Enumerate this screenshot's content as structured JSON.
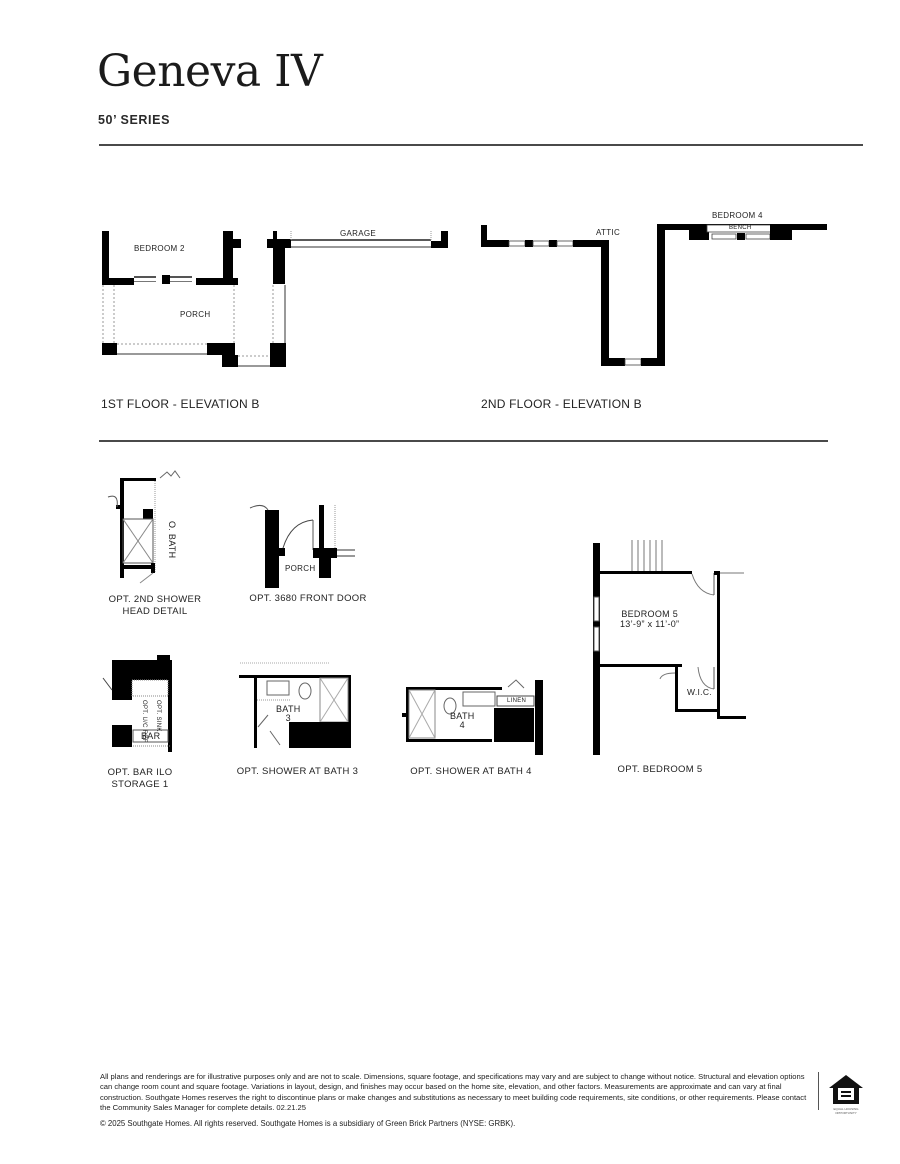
{
  "header": {
    "title": "Geneva IV",
    "series": "50’ SERIES"
  },
  "elevation_plans": {
    "first_floor": {
      "label": "1ST FLOOR - ELEVATION B",
      "rooms": [
        "BEDROOM 2",
        "PORCH",
        "GARAGE"
      ]
    },
    "second_floor": {
      "label": "2ND FLOOR - ELEVATION B",
      "rooms": [
        "ATTIC",
        "BEDROOM 4",
        "BENCH"
      ]
    }
  },
  "options": [
    {
      "id": "opt-2nd-shower",
      "caption_line1": "OPT. 2ND SHOWER",
      "caption_line2": "HEAD DETAIL",
      "rooms": [
        "O. BATH"
      ]
    },
    {
      "id": "opt-front-door",
      "caption_line1": "OPT. 3680 FRONT DOOR",
      "rooms": [
        "PORCH"
      ]
    },
    {
      "id": "opt-bar",
      "caption_line1": "OPT. BAR ILO",
      "caption_line2": "STORAGE 1",
      "rooms": [
        "BAR",
        "OPT. U/C REF",
        "OPT. SINK"
      ]
    },
    {
      "id": "opt-shower-bath3",
      "caption_line1": "OPT. SHOWER AT BATH 3",
      "rooms": [
        "BATH",
        "3"
      ]
    },
    {
      "id": "opt-shower-bath4",
      "caption_line1": "OPT. SHOWER AT BATH 4",
      "rooms": [
        "BATH",
        "4",
        "LINEN"
      ]
    },
    {
      "id": "opt-bedroom5",
      "caption_line1": "OPT. BEDROOM 5",
      "rooms": [
        "BEDROOM 5",
        "13’-9” x 11’-0”",
        "W.I.C."
      ]
    }
  ],
  "footer": {
    "disclaimer": "All plans and renderings are for illustrative purposes only and are not to scale. Dimensions, square footage, and specifications may vary and are subject to change without notice. Structural and elevation options can change room count and square footage. Variations in layout, design, and finishes may occur based on the home site, elevation, and other factors. Measurements are approximate and can vary at final construction. Southgate Homes reserves the right to discontinue plans or make changes and substitutions as necessary to meet building code requirements, site conditions, or other requirements. Please contact the Community Sales Manager for complete details. 02.21.25",
    "copyright": "© 2025 Southgate Homes. All rights reserved. Southgate Homes is a subsidiary of Green Brick Partners (NYSE: GRBK).",
    "logo": "equal-housing-opportunity-icon",
    "logo_text": "EQUAL HOUSING OPPORTUNITY"
  }
}
